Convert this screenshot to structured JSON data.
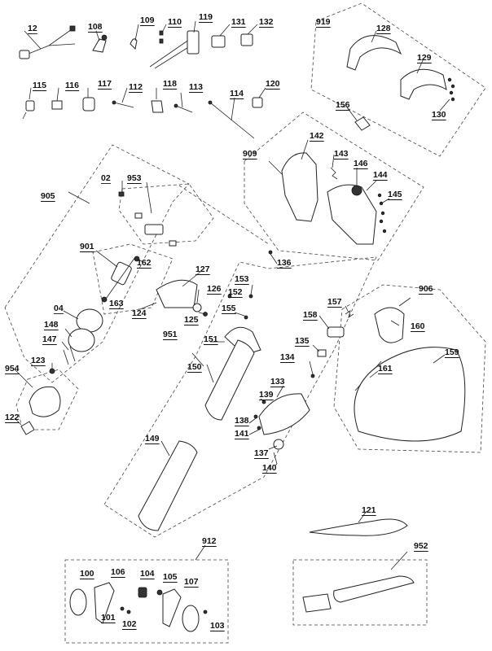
{
  "diagram": {
    "groups": [
      "905",
      "906",
      "909",
      "912",
      "919",
      "951",
      "952",
      "953",
      "954",
      "901"
    ],
    "parts": [
      "12",
      "108",
      "109",
      "110",
      "119",
      "131",
      "132",
      "115",
      "116",
      "117",
      "112",
      "118",
      "113",
      "114",
      "120",
      "128",
      "129",
      "130",
      "156",
      "142",
      "143",
      "146",
      "144",
      "145",
      "02",
      "953",
      "901",
      "162",
      "163",
      "04",
      "148",
      "147",
      "123",
      "122",
      "127",
      "126",
      "152",
      "153",
      "125",
      "155",
      "124",
      "136",
      "151",
      "150",
      "149",
      "157",
      "158",
      "160",
      "135",
      "134",
      "159",
      "161",
      "133",
      "139",
      "138",
      "141",
      "137",
      "140",
      "121",
      "100",
      "106",
      "104",
      "105",
      "107",
      "101",
      "102",
      "103"
    ]
  }
}
